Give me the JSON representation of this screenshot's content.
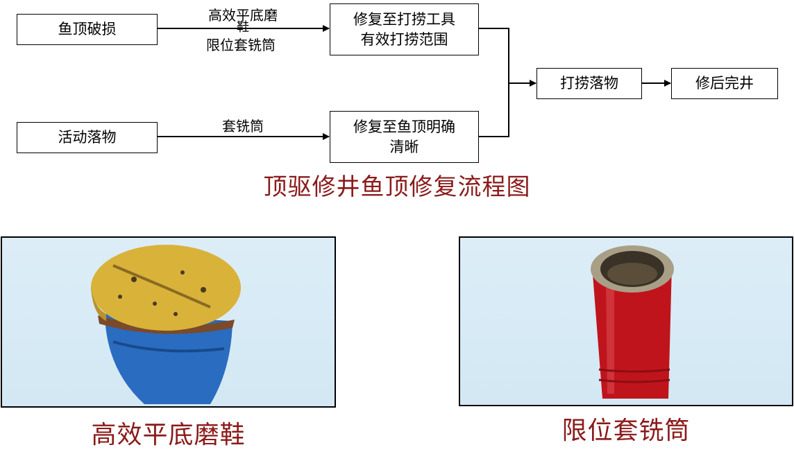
{
  "diagram": {
    "nodes": {
      "fish_top_damaged": "鱼顶破损",
      "loose_fallen_object": "活动落物",
      "repair_to_tool_range": "修复至打捞工具\n有效打捞范围",
      "repair_to_clear_fish_top": "修复至鱼顶明确\n清晰",
      "fishing_fallen_object": "打捞落物",
      "complete_well": "修后完井"
    },
    "edges": {
      "top_label_line1": "高效平底磨",
      "top_label_overlap": "鞋",
      "top_label_line2": "限位套铣筒",
      "bottom_label": "套铣筒"
    },
    "title": "顶驱修井鱼顶修复流程图"
  },
  "photos": {
    "mill_shoe_caption": "高效平底磨鞋",
    "milling_sleeve_caption": "限位套铣筒",
    "mill_shoe_colors": {
      "body": "#1f5fb0",
      "face": "#d9b23a",
      "background": "#d6eaf5"
    },
    "milling_sleeve_colors": {
      "body": "#c0141c",
      "rim": "#a89f86",
      "background": "#d6eaf5"
    }
  }
}
